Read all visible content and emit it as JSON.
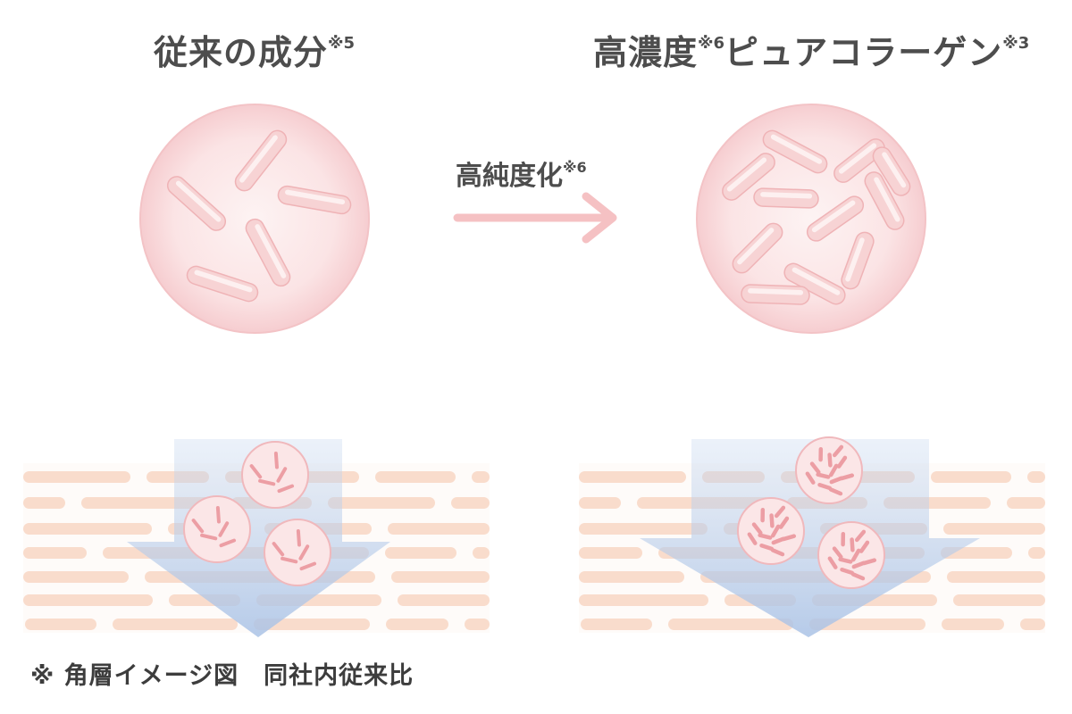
{
  "left": {
    "title": "従来の成分",
    "note": "※5"
  },
  "right": {
    "title": "高濃度",
    "title_note": "※6",
    "title_rest": "ピュアコラーゲン",
    "rest_note": "※3"
  },
  "arrow": {
    "label": "高純度化",
    "note": "※6"
  },
  "footnote": {
    "mark": "※",
    "text": "角層イメージ図　同社内従来比"
  },
  "colors": {
    "pink": "#f5c2c4",
    "circle_fill": "#fbe3e4",
    "layer": "#f8d2bd",
    "blue_arrow": "#b9cce8"
  }
}
